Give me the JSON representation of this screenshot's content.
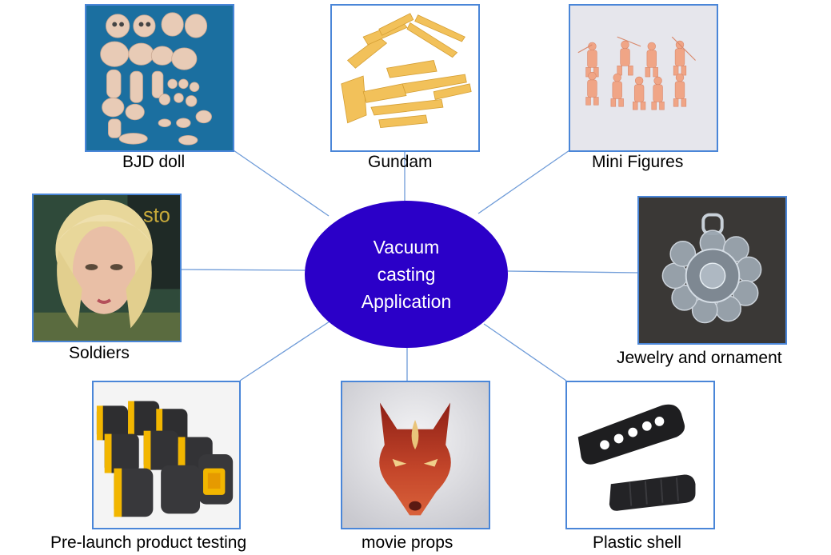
{
  "center": {
    "lines": [
      "Vacuum",
      "casting",
      "Application"
    ],
    "color": "#2B00C8"
  },
  "border_color": "#4A86D8",
  "items": {
    "bjd": {
      "label": "BJD doll"
    },
    "gundam": {
      "label": "Gundam"
    },
    "mini": {
      "label": "Mini Figures"
    },
    "soldiers": {
      "label": "Soldiers"
    },
    "jewelry": {
      "label": "Jewelry and ornament"
    },
    "prelaunch": {
      "label": "Pre-launch product testing"
    },
    "props": {
      "label": "movie props"
    },
    "shell": {
      "label": "Plastic shell"
    }
  }
}
